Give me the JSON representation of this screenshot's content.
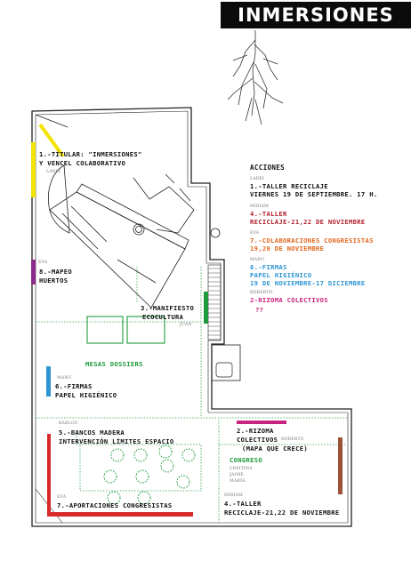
{
  "logo": {
    "text": "INMERSIONES"
  },
  "colors": {
    "yellow": "#f2e400",
    "purple": "#8e2a8e",
    "blue": "#2c95d2",
    "red": "#d82a2a",
    "green": "#1f9a3a",
    "magenta": "#c8237e",
    "orange": "#e0651b",
    "brown": "#9c5234",
    "darkred": "#b01e2a"
  },
  "labels": {
    "titular": {
      "line1": "1.-TÍTULAR: \"INMERSIONES\"",
      "line2": "Y VENCEL COLABORATIVO",
      "person": "LARRI"
    },
    "mapeo": {
      "person": "EVA",
      "line1": "8.-MAPEO",
      "line2": "HUERTOS"
    },
    "manifiesto": {
      "line1": "3.-MANIFIESTO",
      "line2": "ECOCULTURA",
      "person": "JUAN"
    },
    "mesas": {
      "text": "MESAS DOSSIERS"
    },
    "firmas_left": {
      "person": "MANU",
      "line1": "6.-FIRMAS",
      "line2": "PAPEL HIGIÉNICO"
    },
    "bancos": {
      "person": "KARLOS",
      "line1": "5.-BANCOS MADERA",
      "line2": "INTERVENCIÓN LÍMITES ESPACIO"
    },
    "aportaciones": {
      "person": "EVA",
      "text": "7.-APORTACIONES CONGRESISTAS"
    },
    "rizoma_bottom": {
      "line1": "2.-RIZOMA",
      "line2": "COLECTIVOS",
      "line3": "(MAPA QUE CRECE)",
      "person": "ROBERTO"
    },
    "congreso": {
      "title": "CONGRESO",
      "p1": "CRISTINA",
      "p2": "JAIME",
      "p3": "MARÍA"
    },
    "taller_bottom": {
      "person": "MIRIAM",
      "line1": "4.-TALLER",
      "line2": "RECICLAJE-21,22 DE NOVIEMBRE"
    }
  },
  "acciones": {
    "title": "ACCIONES",
    "items": [
      {
        "person": "LARRI",
        "line1": "1.-TALLER RECICLAJE",
        "line2": "VIERNES 19 DE SEPTIEMBRE. 17 H."
      },
      {
        "person": "MIRIAM",
        "line1": "4.-TALLER",
        "line2": "RECICLAJE-21,22 DE NOVIEMBRE"
      },
      {
        "person": "EVA",
        "line1": "7.-COLABORACIONES CONGRESISTAS",
        "line2": "19,20 DE NOVIEMBRE"
      },
      {
        "person": "MANU",
        "line1": "6.-FIRMAS",
        "line2": "PAPEL HIGIÉNICO",
        "line3": "19 DE NOVIEMBRE-17 DICIEMBRE"
      },
      {
        "person": "ROBERTO",
        "line1": "2-RIZOMA COLECTIVOS",
        "line2": "??"
      }
    ]
  }
}
